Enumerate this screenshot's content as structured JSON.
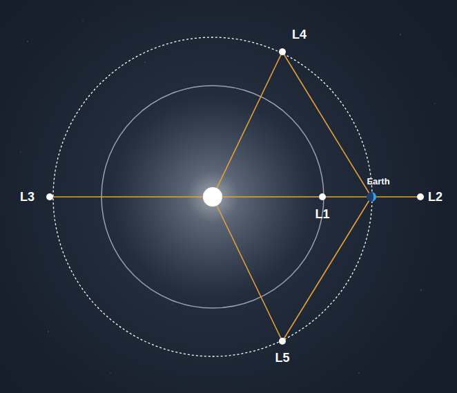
{
  "diagram": {
    "labels": [
      "L4",
      "L3",
      "L1",
      "Earth",
      "L2",
      "L5"
    ]
  }
}
